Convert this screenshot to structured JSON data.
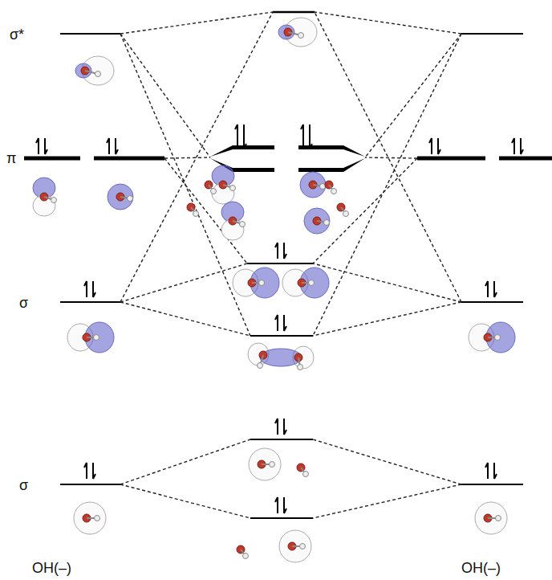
{
  "diagram": {
    "labels": [
      "σ*",
      "π",
      "σ",
      "σ",
      "OH(–)",
      "OH(–)"
    ]
  }
}
